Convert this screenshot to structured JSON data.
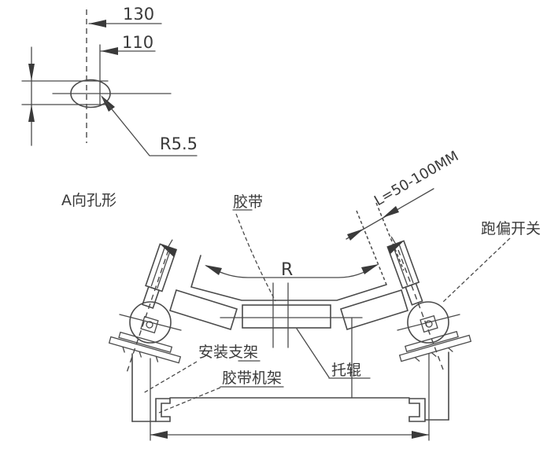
{
  "hole_detail": {
    "label": "A向孔形",
    "dim_outer": "130",
    "dim_inner": "110",
    "corner_radius": "R5.5"
  },
  "section": {
    "belt_label": "胶带",
    "switch_label": "跑偏开关",
    "bracket_label": "安装支架",
    "frame_label": "胶带机架",
    "roller_label": "托辊",
    "belt_radius_label": "R",
    "edge_gap_label": "L=50-100MM"
  },
  "colors": {
    "line": "#4a4a4a",
    "text": "#3a3a3a",
    "background": "#ffffff"
  }
}
